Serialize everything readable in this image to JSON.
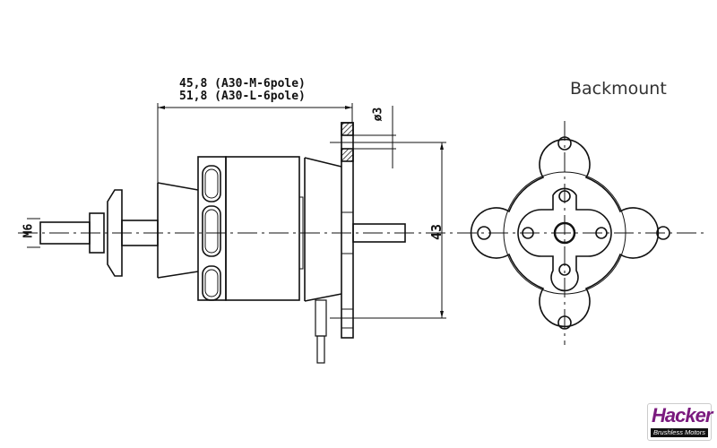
{
  "dimensions": {
    "length_m": "45,8 (A30-M-6pole)",
    "length_l": "51,8 (A30-L-6pole)",
    "hole_dia": "ø3",
    "mount_dia": "43",
    "shaft_thread": "M6"
  },
  "backmount_title": "Backmount",
  "logo": {
    "brand": "Hacker",
    "tagline": "Brushless Motors",
    "color": "#7a1a7e"
  }
}
